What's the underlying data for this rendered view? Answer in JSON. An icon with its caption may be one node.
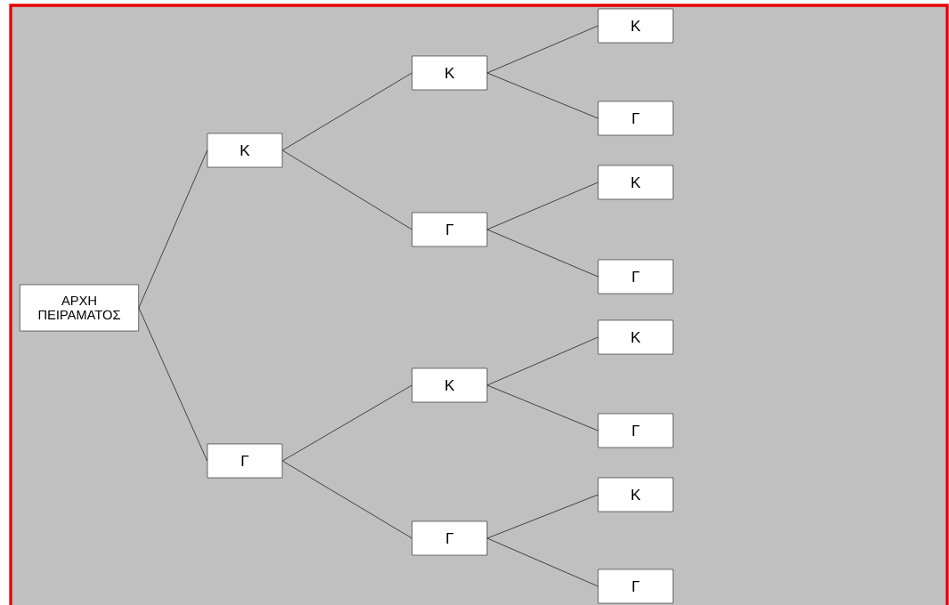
{
  "diagram": {
    "nodes": [
      {
        "text": [
          "ΑΡΧΗ ΠΕΙΡΑΜΑΤΟΣ"
        ]
      },
      {
        "text": [
          "Κ"
        ]
      },
      {
        "text": [
          "Γ"
        ]
      },
      {
        "text": [
          "Κ"
        ]
      },
      {
        "text": [
          "Γ"
        ]
      },
      {
        "text": [
          "Κ"
        ]
      },
      {
        "text": [
          "Γ"
        ]
      },
      {
        "text": [
          "Κ"
        ]
      },
      {
        "text": [
          "Γ"
        ]
      },
      {
        "text": [
          "Κ"
        ]
      },
      {
        "text": [
          "Γ"
        ]
      },
      {
        "text": [
          "Κ"
        ]
      },
      {
        "text": [
          "Γ"
        ]
      },
      {
        "text": [
          "Κ"
        ]
      },
      {
        "text": [
          "Γ"
        ]
      }
    ],
    "edges": [
      {
        "from": 0,
        "to": 1,
        "arrow": "none"
      },
      {
        "from": 0,
        "to": 2,
        "arrow": "none"
      },
      {
        "from": 1,
        "to": 3,
        "arrow": "none"
      },
      {
        "from": 1,
        "to": 4,
        "arrow": "none"
      },
      {
        "from": 2,
        "to": 5,
        "arrow": "none"
      },
      {
        "from": 2,
        "to": 6,
        "arrow": "none"
      },
      {
        "from": 3,
        "to": 7,
        "arrow": "none"
      },
      {
        "from": 3,
        "to": 8,
        "arrow": "none"
      },
      {
        "from": 4,
        "to": 9,
        "arrow": "none"
      },
      {
        "from": 4,
        "to": 10,
        "arrow": "none"
      },
      {
        "from": 5,
        "to": 11,
        "arrow": "none"
      },
      {
        "from": 5,
        "to": 12,
        "arrow": "none"
      },
      {
        "from": 6,
        "to": 13,
        "arrow": "none"
      },
      {
        "from": 6,
        "to": 14,
        "arrow": "none"
      }
    ]
  }
}
